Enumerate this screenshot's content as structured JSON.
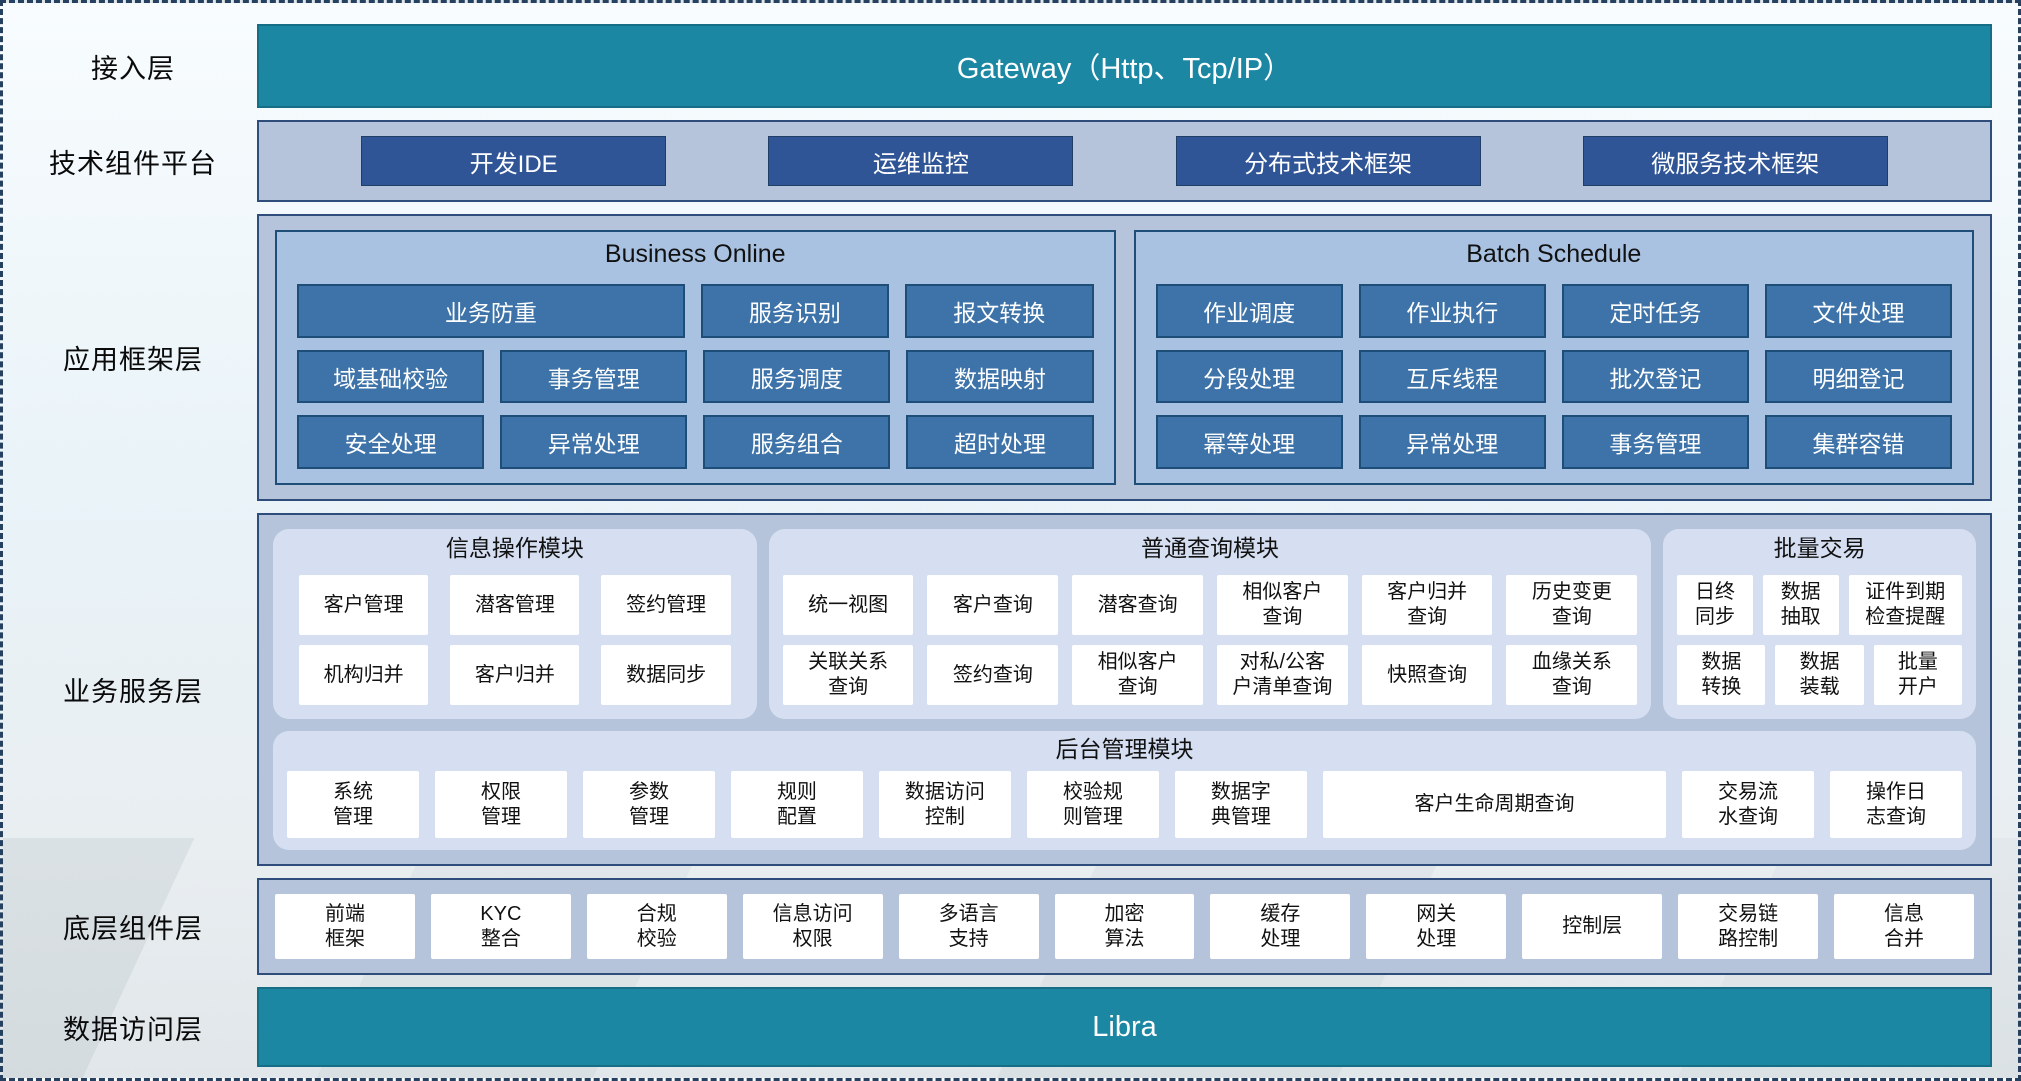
{
  "palette": {
    "teal": "#1b87a3",
    "dark_blue_button": "#2f5597",
    "steel_blue_button": "#3d73a8",
    "panel_blue": "#b5c4da",
    "frame_inner_blue": "#a9c2e2",
    "module_light_blue": "#d6dff2",
    "border_navy": "#2e4d7b"
  },
  "layers": {
    "access": {
      "label": "接入层",
      "gateway": "Gateway（Http、Tcp/IP）"
    },
    "tech_platform": {
      "label": "技术组件平台",
      "items": [
        "开发IDE",
        "运维监控",
        "分布式技术框架",
        "微服务技术框架"
      ]
    },
    "app_framework": {
      "label": "应用框架层",
      "business_online": {
        "title": "Business Online",
        "rows": [
          [
            {
              "label": "业务防重",
              "w": 2.08
            },
            "服务识别",
            "报文转换"
          ],
          [
            "域基础校验",
            "事务管理",
            "服务调度",
            "数据映射"
          ],
          [
            "安全处理",
            "异常处理",
            "服务组合",
            "超时处理"
          ]
        ]
      },
      "batch_schedule": {
        "title": "Batch Schedule",
        "rows": [
          [
            "作业调度",
            "作业执行",
            "定时任务",
            "文件处理"
          ],
          [
            "分段处理",
            "互斥线程",
            "批次登记",
            "明细登记"
          ],
          [
            "幂等处理",
            "异常处理",
            "事务管理",
            "集群容错"
          ]
        ]
      }
    },
    "business_service": {
      "label": "业务服务层",
      "info_module": {
        "title": "信息操作模块",
        "rows": [
          [
            "客户管理",
            "潜客管理",
            "签约管理"
          ],
          [
            "机构归并",
            "客户归并",
            "数据同步"
          ]
        ]
      },
      "query_module": {
        "title": "普通查询模块",
        "rows": [
          [
            "统一视图",
            "客户查询",
            "潜客查询",
            "相似客户\n查询",
            "客户归并\n查询",
            "历史变更\n查询"
          ],
          [
            "关联关系\n查询",
            "签约查询",
            "相似客户\n查询",
            "对私/公客\n户清单查询",
            "快照查询",
            "血缘关系\n查询"
          ]
        ]
      },
      "batch_module": {
        "title": "批量交易",
        "rows": [
          [
            "日终\n同步",
            "数据\n抽取",
            {
              "label": "证件到期\n检查提醒",
              "w": 1.5
            }
          ],
          [
            "数据\n转换",
            "数据\n装载",
            "批量\n开户"
          ]
        ]
      },
      "admin_module": {
        "title": "后台管理模块",
        "items": [
          "系统\n管理",
          "权限\n管理",
          "参数\n管理",
          "规则\n配置",
          "数据访问\n控制",
          "校验规\n则管理",
          "数据字\n典管理",
          {
            "label": "客户生命周期查询",
            "w": 2.6
          },
          "交易流\n水查询",
          "操作日\n志查询"
        ]
      }
    },
    "base_components": {
      "label": "底层组件层",
      "items": [
        "前端\n框架",
        "KYC\n整合",
        "合规\n校验",
        "信息访问\n权限",
        "多语言\n支持",
        "加密\n算法",
        "缓存\n处理",
        "网关\n处理",
        "控制层",
        "交易链\n路控制",
        "信息\n合并"
      ]
    },
    "data_access": {
      "label": "数据访问层",
      "bar": "Libra"
    }
  }
}
